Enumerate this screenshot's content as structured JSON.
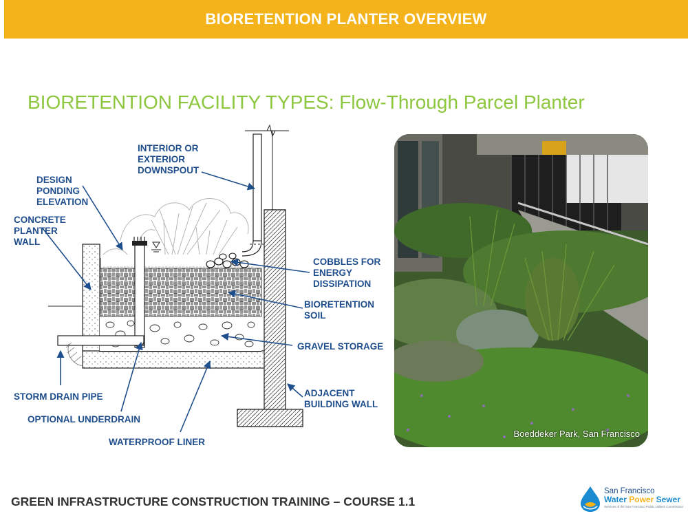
{
  "header": {
    "title": "BIORETENTION PLANTER OVERVIEW"
  },
  "subtitle": "BIORETENTION FACILITY TYPES: Flow-Through Parcel Planter",
  "diagram": {
    "labels": {
      "downspout": [
        "INTERIOR OR",
        "EXTERIOR",
        "DOWNSPOUT"
      ],
      "ponding": [
        "DESIGN",
        "PONDING",
        "ELEVATION"
      ],
      "wall": [
        "CONCRETE",
        "PLANTER",
        "WALL"
      ],
      "cobbles": [
        "COBBLES FOR",
        "ENERGY",
        "DISSIPATION"
      ],
      "soil": [
        "BIORETENTION",
        "SOIL"
      ],
      "gravel": "GRAVEL STORAGE",
      "adjacent": [
        "ADJACENT",
        "BUILDING WALL"
      ],
      "storm_pipe": "STORM DRAIN PIPE",
      "underdrain": "OPTIONAL UNDERDRAIN",
      "liner": "WATERPROOF LINER"
    }
  },
  "photo": {
    "caption": "Boeddeker Park, San Francisco"
  },
  "footer": {
    "text": "GREEN INFRASTRUCTURE CONSTRUCTION TRAINING – COURSE 1.1",
    "logo": {
      "name": "San Francisco",
      "brand_blue": "Water",
      "brand_yellow": "Power",
      "brand_blue2": "Sewer",
      "tagline": "Services of the San Francisco Public Utilities Commission"
    }
  },
  "colors": {
    "header": "#f4b31a",
    "subtitle": "#8dc63f",
    "label": "#1f4e8c"
  }
}
